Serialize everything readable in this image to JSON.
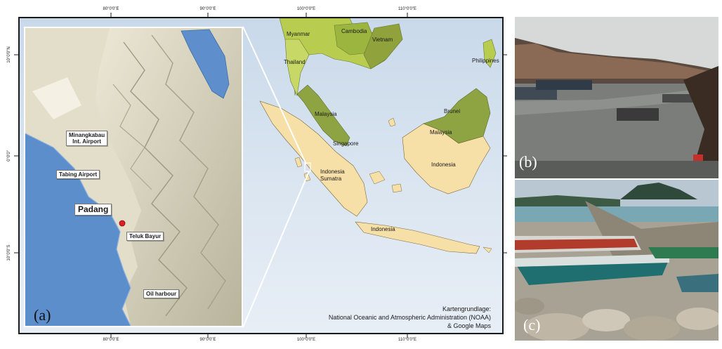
{
  "map": {
    "coords_top": [
      "80°0'0\"E",
      "90°0'0\"E",
      "100°0'0\"E",
      "110°0'0\"E"
    ],
    "coords_bottom": [
      "80°0'0\"E",
      "90°0'0\"E",
      "100°0'0\"E",
      "110°0'0\"E"
    ],
    "coords_left": [
      "10°0'0\"N",
      "0°0'0\"",
      "10°0'0\"S"
    ],
    "countries": {
      "myanmar": "Myanmar",
      "cambodia": "Cambodia",
      "vietnam": "Vietnam",
      "thailand": "Thailand",
      "philippines": "Philippines",
      "malaysia_west": "Malaysia",
      "brunei": "Brunei",
      "malaysia_east": "Malaysia",
      "singapore": "Singapore",
      "indonesia_sumatra": "Indonesia\nSumatra",
      "indonesia_borneo": "Indonesia",
      "indonesia_java": "Indonesia"
    },
    "inset": {
      "airport_minangkabau": "Minangkabau\nInt. Airport",
      "airport_tabing": "Tabing Airport",
      "city": "Padang",
      "port": "Teluk Bayur",
      "oil": "Oil harbour",
      "panel": "(a)"
    },
    "credit": [
      "Kartengrundlage:",
      "National Oceanic and Atmospheric Administration (NOAA)",
      "& Google Maps"
    ],
    "colors": {
      "sea": "#d3e0ee",
      "indonesia": "#f7dfa8",
      "malaysia": "#8ea442",
      "mainland": "#b8cc50",
      "inset_land": "#e0dcc8",
      "city_dot": "#e31b23"
    }
  },
  "photos": {
    "b": {
      "panel": "(b)"
    },
    "c": {
      "panel": "(c)"
    }
  }
}
